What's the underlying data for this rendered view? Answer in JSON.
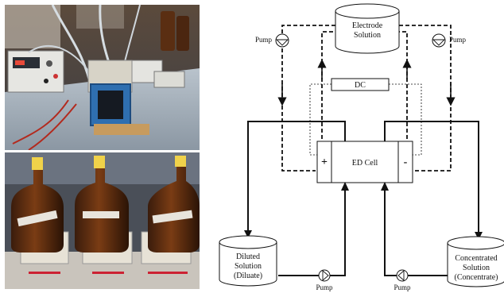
{
  "photos": [
    {
      "id": "photo-ed-setup",
      "subject": "laboratory electrodialysis setup with power supply, tubing and ED stack"
    },
    {
      "id": "photo-solution-bottles",
      "subject": "three amber solution bottles on magnetic stirrers",
      "bottle_count": 3
    }
  ],
  "diagram": {
    "electrode_tank": {
      "line1": "Electrode",
      "line2": "Solution"
    },
    "diluate_tank": {
      "line1": "Diluted",
      "line2": "Solution",
      "line3": "(Diluate)"
    },
    "concentrate_tank": {
      "line1": "Concentrated",
      "line2": "Solution",
      "line3": "(Concentrate)"
    },
    "dc_label": "DC",
    "cell_label": "ED Cell",
    "plus_sign": "+",
    "minus_sign": "-",
    "pump_labels": {
      "top_left": "Pump",
      "top_right": "Pump",
      "bottom_left": "Pump",
      "bottom_right": "Pump"
    },
    "colors": {
      "line": "#111111",
      "tank_fill": "#ffffff",
      "background": "#ffffff"
    }
  }
}
